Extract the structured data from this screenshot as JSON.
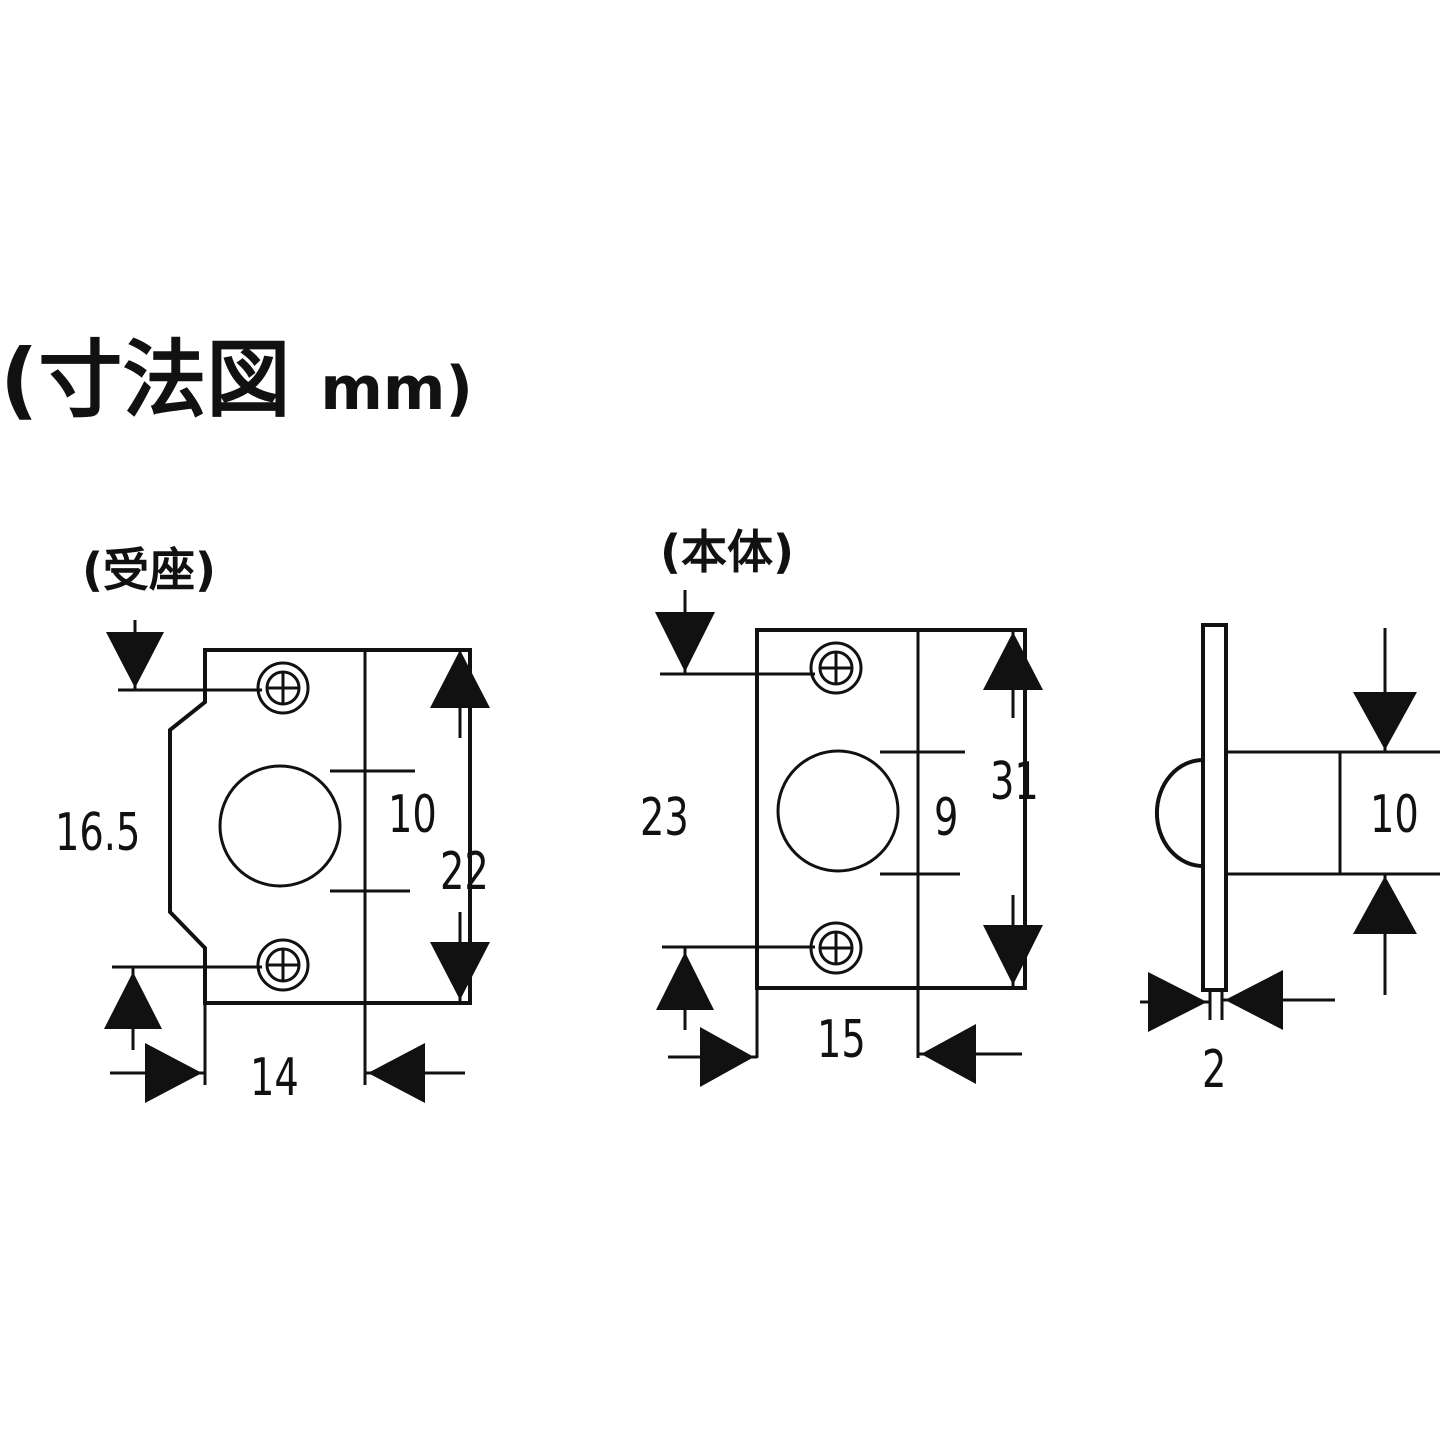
{
  "title": {
    "main": "(寸法図",
    "unit": "mm)"
  },
  "parts": {
    "strike": {
      "label": "(受座)",
      "dims": {
        "height_outer": "16.5",
        "hole": "10",
        "height_total": "22",
        "width": "14"
      }
    },
    "body": {
      "label": "(本体)",
      "dims": {
        "height_outer": "23",
        "hole": "9",
        "height_total": "31",
        "width": "15"
      }
    },
    "side": {
      "dims": {
        "thickness": "2",
        "ball": "10"
      }
    }
  }
}
